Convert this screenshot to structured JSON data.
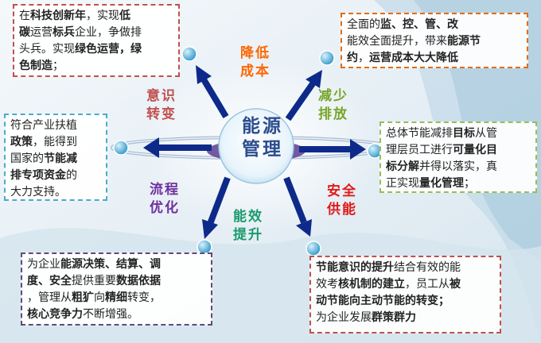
{
  "center": {
    "line1": "能源",
    "line2": "管理"
  },
  "labels": {
    "reduce_cost": {
      "line1": "降低",
      "line2": "成本"
    },
    "awareness": {
      "line1": "意识",
      "line2": "转变"
    },
    "reduce_emission": {
      "line1": "减少",
      "line2": "排放"
    },
    "process": {
      "line1": "流程",
      "line2": "优化"
    },
    "efficiency": {
      "line1": "能效",
      "line2": "提升"
    },
    "safety": {
      "line1": "安全",
      "line2": "供能"
    }
  },
  "boxes": {
    "top_left": {
      "lines": [
        [
          {
            "t": "在",
            "b": false
          },
          {
            "t": "科技创新年",
            "b": true
          },
          {
            "t": "，实现",
            "b": false
          },
          {
            "t": "低",
            "b": true
          }
        ],
        [
          {
            "t": "碳",
            "b": true
          },
          {
            "t": "运营",
            "b": false
          },
          {
            "t": "标兵",
            "b": true
          },
          {
            "t": "企业，争做排",
            "b": false
          }
        ],
        [
          {
            "t": "头兵。实现",
            "b": false
          },
          {
            "t": "绿色运营，绿",
            "b": true
          }
        ],
        [
          {
            "t": "色制造",
            "b": true
          },
          {
            "t": "；",
            "b": false
          }
        ]
      ]
    },
    "top_right": {
      "lines": [
        [
          {
            "t": "全面的",
            "b": false
          },
          {
            "t": "监、控、管、改",
            "b": true
          }
        ],
        [
          {
            "t": "能效全面提升，带来",
            "b": false
          },
          {
            "t": "能源节",
            "b": true
          }
        ],
        [
          {
            "t": "约",
            "b": true
          },
          {
            "t": "，",
            "b": false
          },
          {
            "t": "运营成本大大降低",
            "b": true
          }
        ]
      ]
    },
    "left": {
      "lines": [
        [
          {
            "t": "符合产业扶植",
            "b": false
          }
        ],
        [
          {
            "t": "政策",
            "b": true
          },
          {
            "t": "，能得到",
            "b": false
          }
        ],
        [
          {
            "t": "国家的",
            "b": false
          },
          {
            "t": "节能减",
            "b": true
          }
        ],
        [
          {
            "t": "排专项资金",
            "b": true
          },
          {
            "t": "的",
            "b": false
          }
        ],
        [
          {
            "t": "大力支持。",
            "b": false
          }
        ]
      ]
    },
    "right": {
      "lines": [
        [
          {
            "t": "总体节能减排",
            "b": false
          },
          {
            "t": "目标",
            "b": true
          },
          {
            "t": "从管",
            "b": false
          }
        ],
        [
          {
            "t": "理层员工进行",
            "b": false
          },
          {
            "t": "可量化目",
            "b": true
          }
        ],
        [
          {
            "t": "标分解",
            "b": true
          },
          {
            "t": "并得以落实，真",
            "b": false
          }
        ],
        [
          {
            "t": "正实现",
            "b": false
          },
          {
            "t": "量化管理",
            "b": true
          },
          {
            "t": "；",
            "b": false
          }
        ]
      ]
    },
    "bottom_left": {
      "lines": [
        [
          {
            "t": "为企业",
            "b": false
          },
          {
            "t": "能源决策、结算、调",
            "b": true
          }
        ],
        [
          {
            "t": "度、安全",
            "b": true
          },
          {
            "t": "提供重要",
            "b": false
          },
          {
            "t": "数据依据",
            "b": true
          }
        ],
        [
          {
            "t": "，管理从",
            "b": false
          },
          {
            "t": "粗犷",
            "b": true
          },
          {
            "t": "向",
            "b": false
          },
          {
            "t": "精细",
            "b": true
          },
          {
            "t": "转变，",
            "b": false
          }
        ],
        [
          {
            "t": "核心竞争力",
            "b": true
          },
          {
            "t": "不断增强。",
            "b": false
          }
        ]
      ]
    },
    "bottom_right": {
      "lines": [
        [
          {
            "t": "节能意识的提升",
            "b": true
          },
          {
            "t": "结合有效的能",
            "b": false
          }
        ],
        [
          {
            "t": "效考",
            "b": false
          },
          {
            "t": "核机制的建立",
            "b": true
          },
          {
            "t": "，员工从",
            "b": false
          },
          {
            "t": "被",
            "b": true
          }
        ],
        [
          {
            "t": "动节能向主动节能的转变；",
            "b": true
          }
        ],
        [
          {
            "t": "为企业发展",
            "b": false
          },
          {
            "t": "群策群力",
            "b": true
          }
        ]
      ]
    }
  },
  "colors": {
    "arrow": "#0d2a8a",
    "node": "#3aa6d6",
    "center_text": "#2c4d8e"
  }
}
